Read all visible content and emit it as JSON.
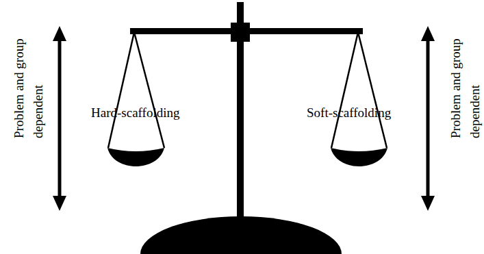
{
  "diagram": {
    "labels": [
      "Problem and group dependent",
      "Hard-scaffolding",
      "Soft-scaffolding",
      "Problem and group dependent"
    ]
  }
}
